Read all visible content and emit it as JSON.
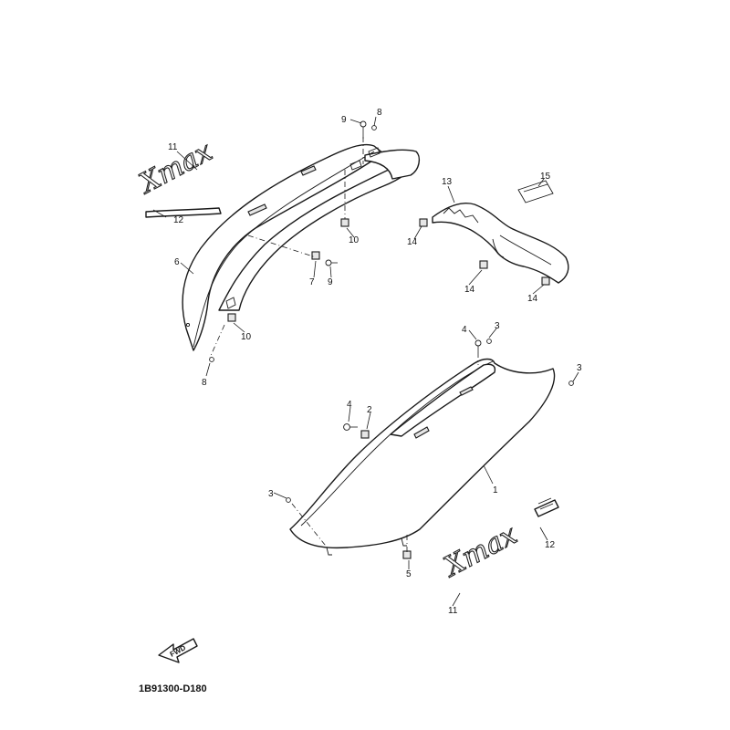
{
  "drawing_code": "1B91300-D180",
  "direction_arrow": {
    "label": "FWD",
    "icon": "forward-arrow-icon"
  },
  "emblem_text": {
    "upper": "Xmax",
    "lower": "Xmax"
  },
  "callouts": [
    {
      "id": "c9a",
      "label": "9"
    },
    {
      "id": "c8a",
      "label": "8"
    },
    {
      "id": "c11a",
      "label": "11"
    },
    {
      "id": "c12a",
      "label": "12"
    },
    {
      "id": "c6",
      "label": "6"
    },
    {
      "id": "c10a",
      "label": "10"
    },
    {
      "id": "c7",
      "label": "7"
    },
    {
      "id": "c9b",
      "label": "9"
    },
    {
      "id": "c10b",
      "label": "10"
    },
    {
      "id": "c8b",
      "label": "8"
    },
    {
      "id": "c13",
      "label": "13"
    },
    {
      "id": "c15",
      "label": "15"
    },
    {
      "id": "c14a",
      "label": "14"
    },
    {
      "id": "c14b",
      "label": "14"
    },
    {
      "id": "c14c",
      "label": "14"
    },
    {
      "id": "c4a",
      "label": "4"
    },
    {
      "id": "c3a",
      "label": "3"
    },
    {
      "id": "c3b",
      "label": "3"
    },
    {
      "id": "c4b",
      "label": "4"
    },
    {
      "id": "c2",
      "label": "2"
    },
    {
      "id": "c1",
      "label": "1"
    },
    {
      "id": "c3c",
      "label": "3"
    },
    {
      "id": "c12b",
      "label": "12"
    },
    {
      "id": "c5",
      "label": "5"
    },
    {
      "id": "c11b",
      "label": "11"
    }
  ]
}
